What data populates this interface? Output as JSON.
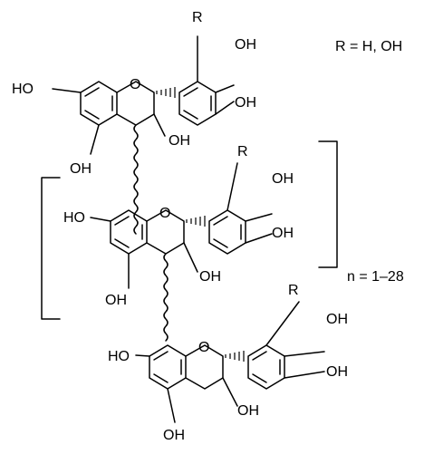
{
  "substituent_note": "R = H, OH",
  "repeat_note": "n = 1–28",
  "atoms": {
    "R": "R",
    "OH": "OH",
    "HO": "HO",
    "O": "O"
  }
}
